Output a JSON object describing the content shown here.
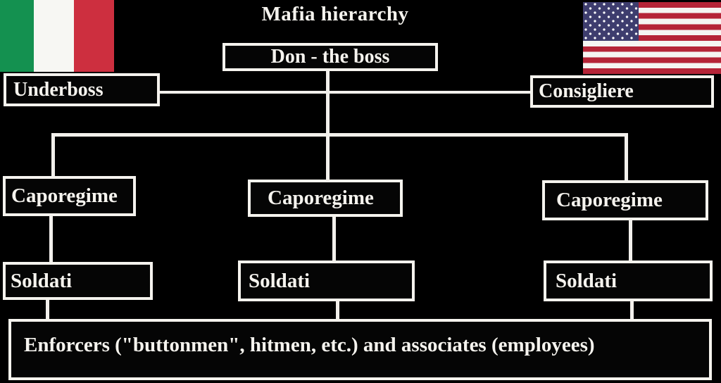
{
  "title": "Mafia hierarchy",
  "colors": {
    "background": "#000000",
    "line": "#f2f0ec",
    "box_border": "#f5f3ee",
    "text": "#f5f3ee",
    "italy_green": "#149150",
    "italy_white": "#f7f7f3",
    "italy_red": "#cd2f3f",
    "usa_red": "#b52437",
    "usa_blue": "#3e3d6e",
    "usa_white": "#f5f5f2"
  },
  "flags": {
    "left": "Flag of Italy",
    "right": "Flag of the United States"
  },
  "nodes": {
    "don": {
      "label": "Don - the boss"
    },
    "underboss": {
      "label": "Underboss"
    },
    "consigliere": {
      "label": "Consigliere"
    },
    "caporegime_left": {
      "label": "Caporegime"
    },
    "caporegime_middle": {
      "label": "Caporegime"
    },
    "caporegime_right": {
      "label": "Caporegime"
    },
    "soldati_left": {
      "label": "Soldati"
    },
    "soldati_middle": {
      "label": "Soldati"
    },
    "soldati_right": {
      "label": "Soldati"
    },
    "enforcers": {
      "label": "Enforcers (\"buttonmen\", hitmen, etc.) and associates (employees)"
    }
  },
  "edges": [
    "don - underboss",
    "don - consigliere",
    "don - caporegime_left",
    "don - caporegime_middle",
    "don - caporegime_right",
    "caporegime_left - soldati_left",
    "caporegime_middle - soldati_middle",
    "caporegime_right - soldati_right",
    "soldati_left - enforcers",
    "soldati_middle - enforcers",
    "soldati_right - enforcers"
  ]
}
